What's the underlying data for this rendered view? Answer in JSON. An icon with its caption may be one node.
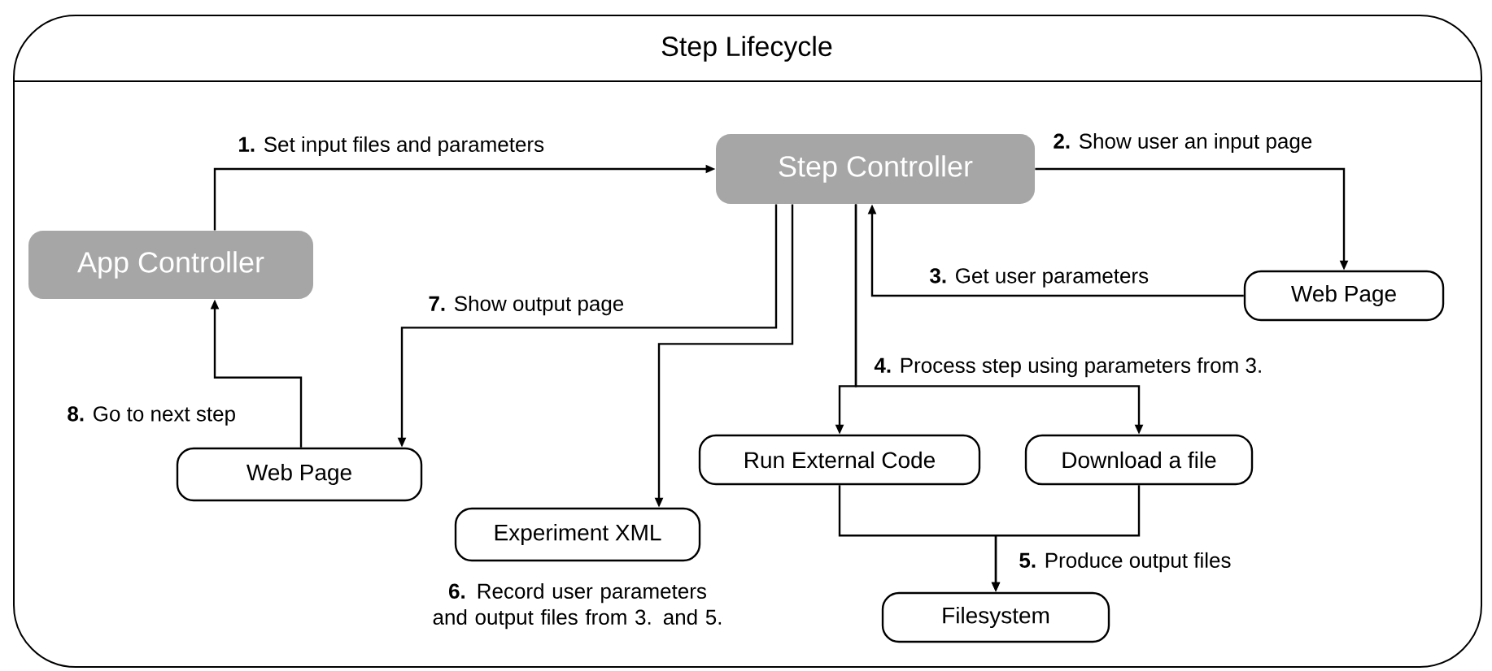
{
  "diagram": {
    "nodes": [
      {
        "text": [
          "Step Lifecycle"
        ]
      },
      {
        "text": [
          "App Controller"
        ],
        "in": 0
      },
      {
        "text": [
          "Step Controller"
        ],
        "in": 0
      },
      {
        "text": [
          "Web Page"
        ],
        "in": 0
      },
      {
        "text": [
          "Web Page"
        ],
        "in": 0
      },
      {
        "text": [
          "Experiment XML"
        ],
        "in": 0
      },
      {
        "text": [
          "Run External Code"
        ],
        "in": 0
      },
      {
        "text": [
          "Download a file"
        ],
        "in": 0
      },
      {
        "text": [
          "Filesystem"
        ],
        "in": 0
      }
    ],
    "edges": [
      {
        "from": 1,
        "to": 2,
        "arrow": "to",
        "label": "**1.** Set input files and parameters"
      },
      {
        "from": 2,
        "to": 3,
        "arrow": "to",
        "label": "**2.** Show user an input page"
      },
      {
        "from": 3,
        "to": 2,
        "arrow": "to",
        "label": "**3.** Get user parameters"
      },
      {
        "from": 2,
        "to": 6,
        "arrow": "to",
        "label": "**4.** Process step using parameters from 3."
      },
      {
        "from": 2,
        "to": 7,
        "arrow": "to"
      },
      {
        "from": 2,
        "to": 4,
        "arrow": "to",
        "label": "**7.** Show output page"
      },
      {
        "from": 2,
        "to": 5,
        "arrow": "to",
        "label": "**6.** Record user parameters and output files from 3. and 5."
      },
      {
        "from": 4,
        "to": 1,
        "arrow": "to",
        "label": "**8.** Go to next step"
      },
      {
        "from": 6,
        "to": 8,
        "arrow": "to",
        "label": "**5.** Produce output files"
      },
      {
        "from": 7,
        "to": 8,
        "arrow": "to"
      }
    ]
  }
}
